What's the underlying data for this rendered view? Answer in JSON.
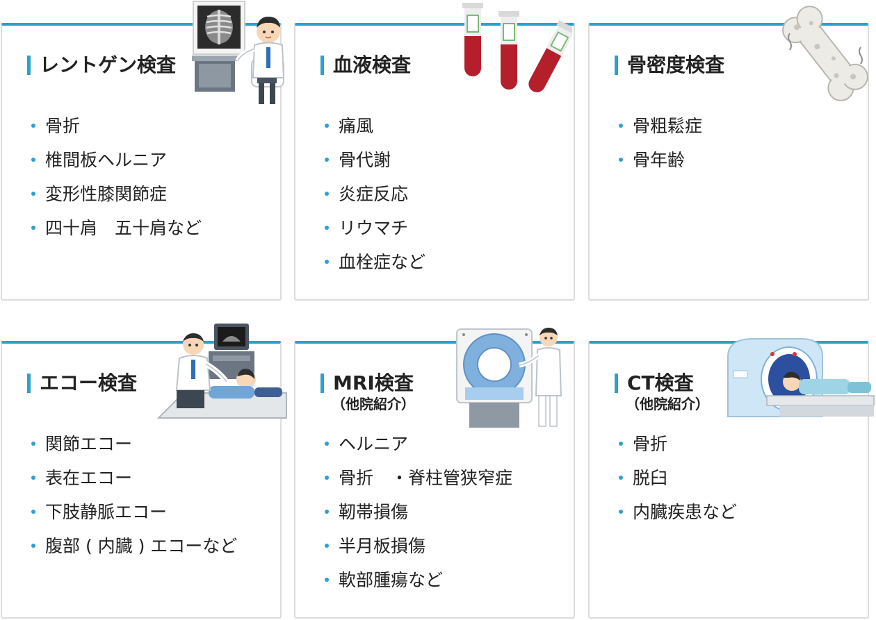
{
  "accent_color": "#2aa2cf",
  "cards": [
    {
      "title": "レントゲン検査",
      "subtitle": "",
      "illustration": "doctor-xray-icon",
      "items": [
        "骨折",
        "椎間板ヘルニア",
        "変形性膝関節症",
        "四十肩　五十肩など"
      ]
    },
    {
      "title": "血液検査",
      "subtitle": "",
      "illustration": "blood-tubes-icon",
      "items": [
        "痛風",
        "骨代謝",
        "炎症反応",
        "リウマチ",
        "血栓症など"
      ]
    },
    {
      "title": "骨密度検査",
      "subtitle": "",
      "illustration": "bone-icon",
      "items": [
        "骨粗鬆症",
        "骨年齢"
      ]
    },
    {
      "title": "エコー検査",
      "subtitle": "",
      "illustration": "ultrasound-exam-icon",
      "items": [
        "関節エコー",
        "表在エコー",
        "下肢静脈エコー",
        "腹部 ( 内臓 ) エコーなど"
      ]
    },
    {
      "title": "MRI検査",
      "subtitle": "（他院紹介）",
      "illustration": "mri-machine-icon",
      "items": [
        "ヘルニア",
        "骨折　・脊柱管狭窄症",
        "靭帯損傷",
        "半月板損傷",
        "軟部腫瘍など"
      ]
    },
    {
      "title": "CT検査",
      "subtitle": "（他院紹介）",
      "illustration": "ct-scanner-icon",
      "items": [
        "骨折",
        "脱臼",
        "内臓疾患など"
      ]
    }
  ]
}
